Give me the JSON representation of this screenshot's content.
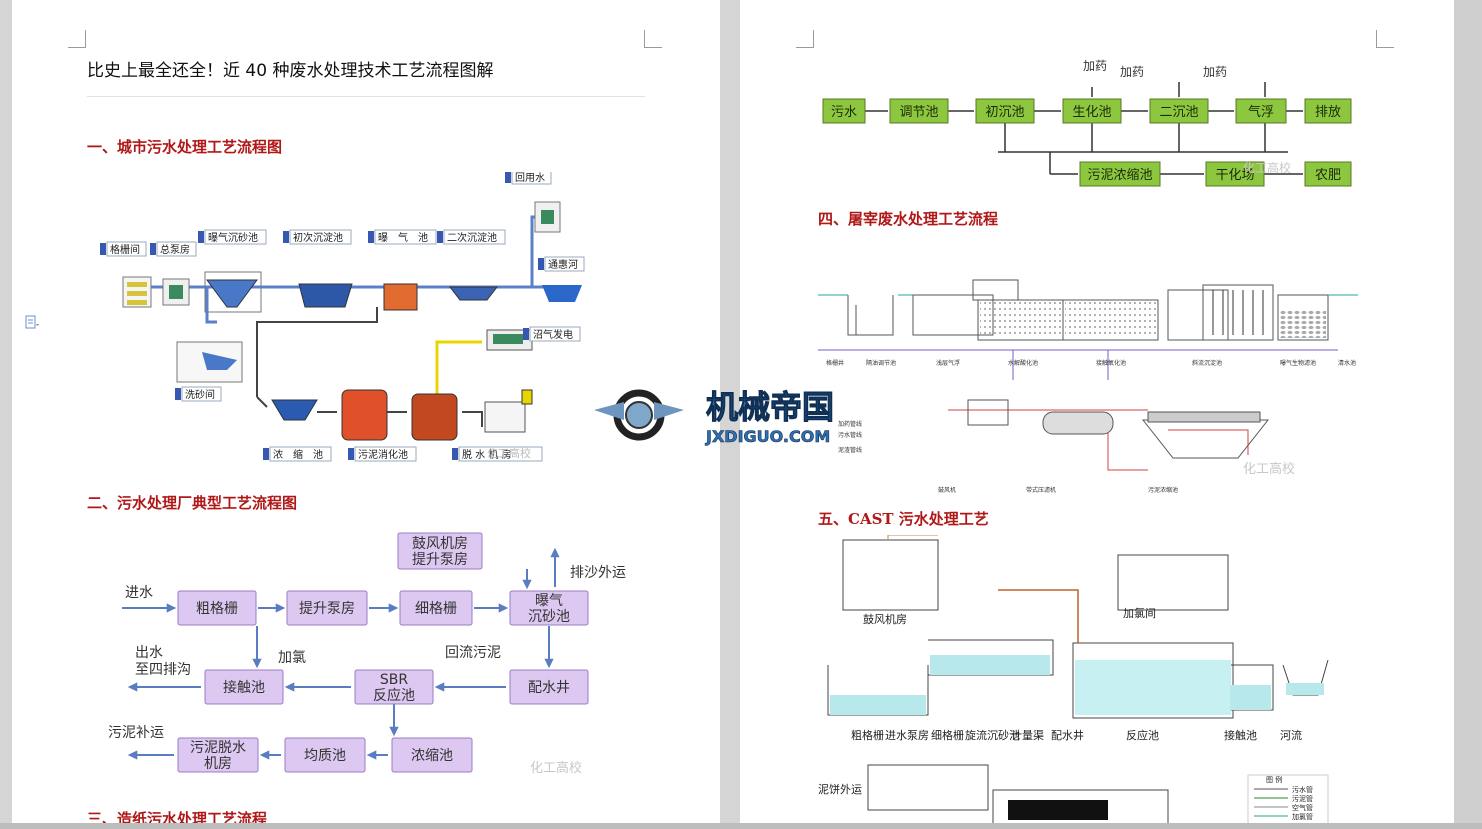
{
  "document": {
    "title": "比史上最全还全！近 40 种废水处理技术工艺流程图解"
  },
  "sections": {
    "s1": "一、城市污水处理工艺流程图",
    "s2": "二、污水处理厂典型工艺流程图",
    "s3": "三、造纸污水处理工艺流程",
    "s4": "四、屠宰废水处理工艺流程",
    "s5": "五、CAST 污水处理工艺"
  },
  "fig1": {
    "labels": [
      "格栅间",
      "总泵房",
      "曝气沉砂池",
      "初次沉淀池",
      "曝　气　池",
      "二次沉淀池",
      "回用水",
      "通惠河",
      "洗砂间",
      "沼气发电",
      "浓　缩　池",
      "污泥消化池",
      "脱 水 机 房"
    ],
    "watermark": "化工高校"
  },
  "fig2": {
    "nodes": [
      "粗格栅",
      "提升泵房",
      "细格栅",
      "曝气\n沉砂池",
      "配水井",
      "SBR\n反应池",
      "接触池",
      "浓缩池",
      "均质池",
      "污泥脱水\n机房",
      "鼓风机房\n提升泵房"
    ],
    "texts": [
      "进水",
      "排沙外运",
      "加氯",
      "回流污泥",
      "出水\n至四排沟",
      "污泥补运"
    ],
    "watermark": "化工高校"
  },
  "fig3": {
    "boxes": [
      "污水",
      "调节池",
      "初沉池",
      "生化池",
      "二沉池",
      "气浮",
      "排放",
      "污泥浓缩池",
      "干化场",
      "农肥"
    ],
    "dosing": [
      "加药",
      "加药",
      "加药"
    ],
    "watermark": "化工高校"
  },
  "fig4": {
    "labels": [
      "格栅井",
      "隔油调节池",
      "浅层气浮",
      "水解酸化池",
      "接触氧化池",
      "斜流沉淀池",
      "曝气生物滤池",
      "清水池",
      "加药管线",
      "污水管线",
      "泥渣管线",
      "鼓风机",
      "带式压滤机",
      "污泥浓缩池"
    ],
    "watermark": "化工高校"
  },
  "fig5": {
    "labels": [
      "鼓风机房",
      "加氯间",
      "粗格栅",
      "进水泵房",
      "细格栅",
      "旋流沉砂池",
      "计量渠",
      "配水井",
      "反应池",
      "接触池",
      "河流",
      "泥饼外运",
      "图 例",
      "污水管",
      "污泥管",
      "空气管",
      "加氯管"
    ]
  },
  "watermark_site": {
    "name": "机械帝国",
    "url": "JXDIGUO.COM"
  }
}
